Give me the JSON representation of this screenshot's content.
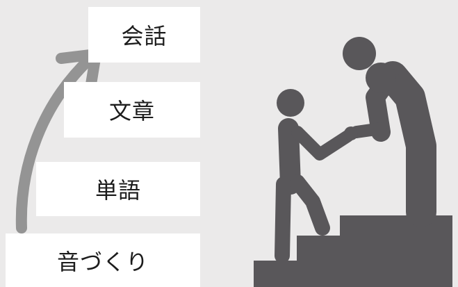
{
  "steps": {
    "top": "会話",
    "third": "文章",
    "second": "単語",
    "bottom": "音づくり"
  },
  "colors": {
    "background": "#ebeaea",
    "box": "#ffffff",
    "arrow": "#949494",
    "figure": "#59575a"
  },
  "icons": {
    "arrow": "curved-up-arrow-icon",
    "figures": "helping-hand-stairs-icon"
  }
}
